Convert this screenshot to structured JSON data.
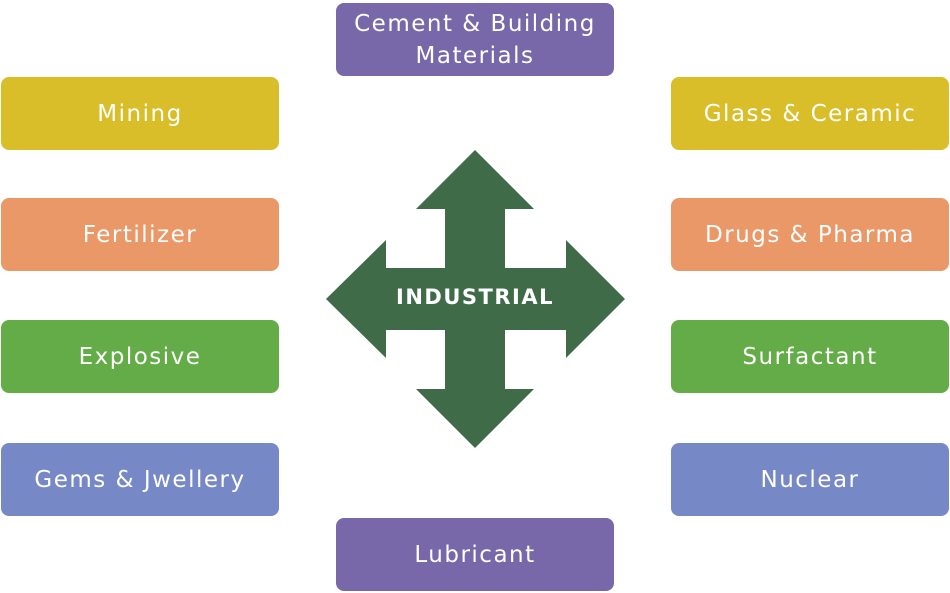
{
  "center": {
    "label": "INDUSTRIAL"
  },
  "boxes": {
    "top": {
      "line1": "Cement & Building",
      "line2": "Materials"
    },
    "bottom": {
      "label": "Lubricant"
    },
    "left": [
      {
        "label": "Mining"
      },
      {
        "label": "Fertilizer"
      },
      {
        "label": "Explosive"
      },
      {
        "label": "Gems & Jwellery"
      }
    ],
    "right": [
      {
        "label": "Glass & Ceramic"
      },
      {
        "label": "Drugs & Pharma"
      },
      {
        "label": "Surfactant"
      },
      {
        "label": "Nuclear"
      }
    ]
  },
  "colors": {
    "arrow": "#3f6b48",
    "yellow": "#d9be2a",
    "orange": "#eb9868",
    "green": "#63ac47",
    "blue": "#7688c6",
    "purple": "#7868aa"
  }
}
